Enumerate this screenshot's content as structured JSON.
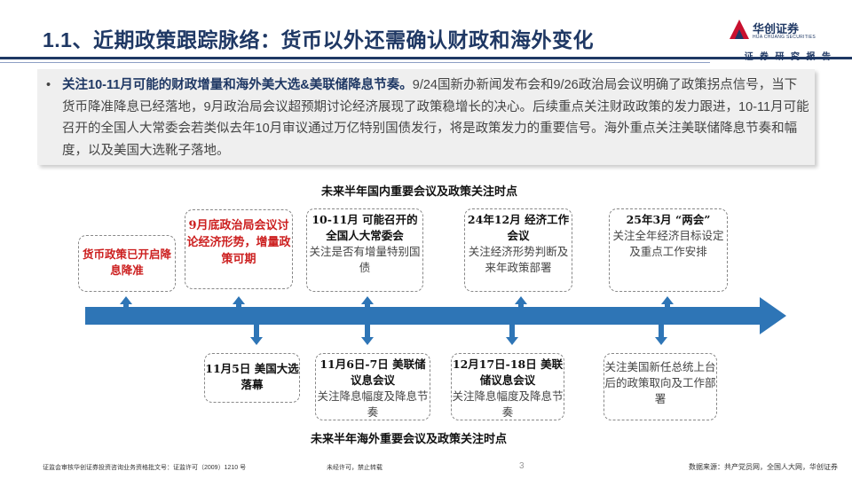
{
  "header": {
    "title": "1.1、近期政策跟踪脉络：货币以外还需确认财政和海外变化",
    "logo_cn": "华创证券",
    "logo_en": "HUA CHUANG SECURITIES",
    "tagline": "证 券 研 究 报 告"
  },
  "summary": {
    "bullet": "•",
    "emphasis": "关注10-11月可能的财政增量和海外美大选&美联储降息节奏。",
    "body": "9/24国新办新闻发布会和9/26政治局会议明确了政策拐点信号，当下货币降准降息已经落地，9月政治局会议超预期讨论经济展现了政策稳增长的决心。后续重点关注财政政策的发力跟进，10-11月可能召开的全国人大常委会若类似去年10月审议通过万亿特别国债发行，将是政策发力的重要信号。海外重点关注美联储降息节奏和幅度，以及美国大选靴子落地。"
  },
  "timeline": {
    "domestic_title": "未来半年国内重要会议及政策关注时点",
    "overseas_title": "未来半年海外重要会议及政策关注时点",
    "domestic_events": [
      {
        "head": "货币政策已开启降息降准",
        "body": ""
      },
      {
        "head": "9月底政治局会议讨论经济形势，增量政策可期",
        "body": ""
      },
      {
        "head": "10-11月 可能召开的全国人大常委会",
        "body": "关注是否有增量特别国债"
      },
      {
        "head": "24年12月 经济工作会议",
        "body": "关注经济形势判断及来年政策部署"
      },
      {
        "head": "25年3月 “两会”",
        "body": "关注全年经济目标设定及重点工作安排"
      }
    ],
    "overseas_events": [
      {
        "head": "11月5日 美国大选落幕",
        "body": ""
      },
      {
        "head": "11月6日-7日 美联储议息会议",
        "body": "关注降息幅度及降息节奏"
      },
      {
        "head": "12月17日-18日 美联储议息会议",
        "body": "关注降息幅度及降息节奏"
      },
      {
        "head": "",
        "body": "关注美国新任总统上台后的政策取向及工作部署"
      }
    ],
    "colors": {
      "arrow": "#2e75b6",
      "highlight": "#cc1f1f"
    }
  },
  "footer": {
    "license": "证监会审核华创证券投资咨询业务资格批文号：证监许可（2009）1210 号",
    "notice": "未经许可，禁止转载",
    "page": "3",
    "source": "数据来源：共产党员网，全国人大网，华创证券"
  }
}
